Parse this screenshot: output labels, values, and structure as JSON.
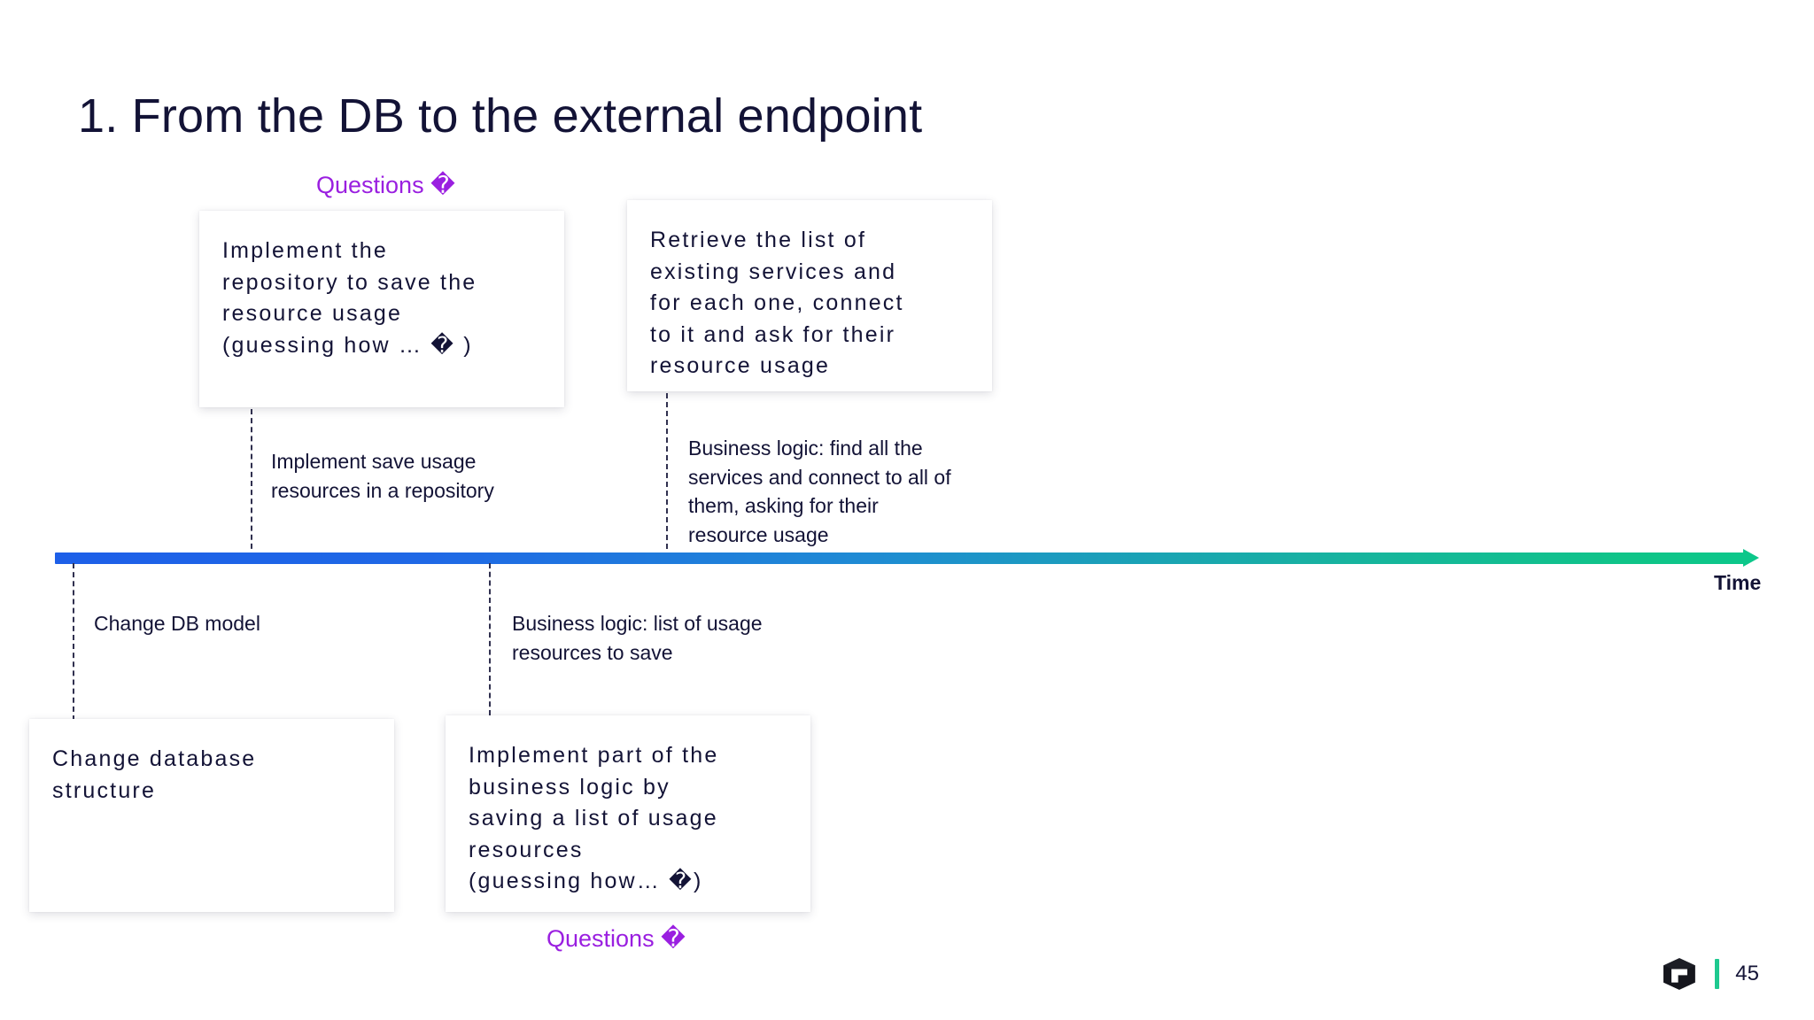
{
  "slide": {
    "title": "1. From the DB to the external endpoint",
    "page_number": "45"
  },
  "labels": {
    "question_top": "Questions �",
    "question_bottom": "Questions �"
  },
  "timeline": {
    "axis_caption": "Time",
    "gradient_start_color": "#1d5fe8",
    "gradient_end_color": "#0cc78a"
  },
  "cards": {
    "repository": "Implement the\nrepository to save the\nresource usage\n(guessing how … � )",
    "retrieve": "Retrieve the list of\nexisting services and\nfor each one, connect\nto it and ask for their\nresource usage",
    "change_db": "Change database\nstructure",
    "business_logic": "Implement part of the\nbusiness logic by\nsaving a list of usage\nresources\n(guessing how… �)"
  },
  "annotations": {
    "repository": "Implement save usage\nresources in a repository",
    "retrieve": "Business logic: find all the\nservices and connect to all of\nthem, asking for their\nresource usage",
    "change_db": "Change DB model",
    "business_logic": "Business logic: list of usage\nresources to save"
  },
  "colors": {
    "question_purple": "#9a1fe0",
    "text_navy": "#131336",
    "accent_green": "#1ec98f"
  }
}
